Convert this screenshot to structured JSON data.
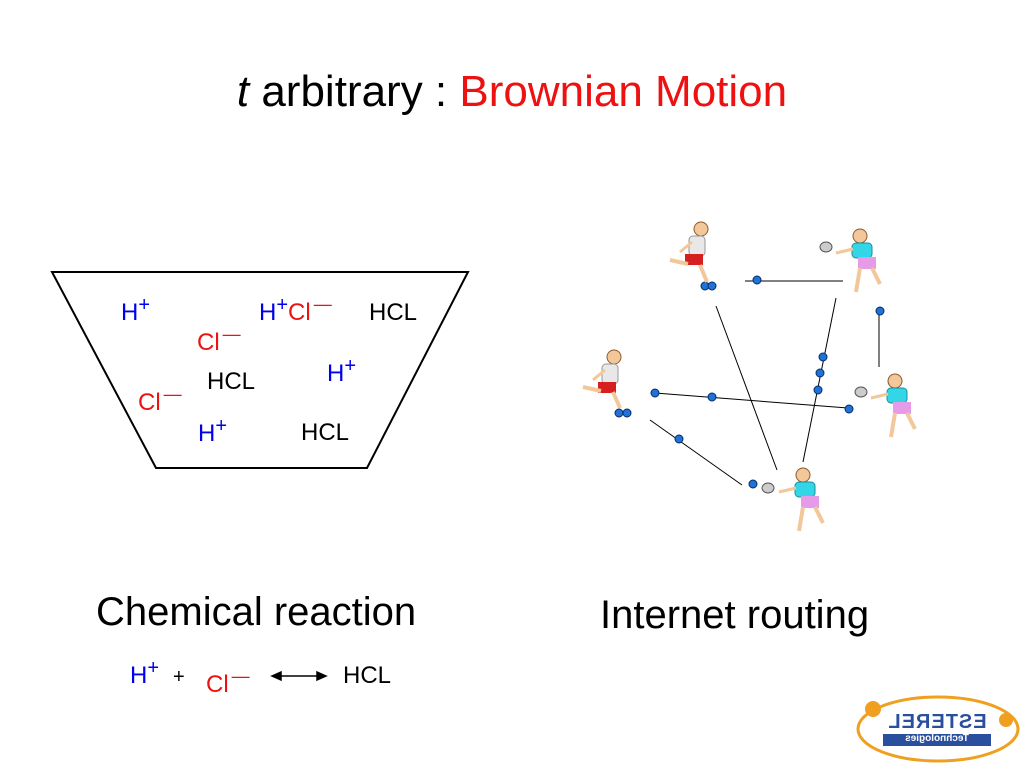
{
  "title": {
    "t": "t",
    "rest": " arbitrary : ",
    "highlight": "Brownian Motion"
  },
  "beaker": {
    "h_symbol": "H",
    "plus": "+",
    "cl_symbol": "Cl",
    "minus": "—",
    "hcl": "HCL"
  },
  "captions": {
    "chemical": "Chemical reaction",
    "internet": "Internet routing"
  },
  "equation": {
    "h": "H",
    "plus_sign": "+",
    "join": "+",
    "cl": "Cl",
    "minus": "—",
    "product": "HCL"
  },
  "logo": {
    "name": "ESTEREL",
    "sub": "Technologies"
  },
  "colors": {
    "title_accent": "#ee1111",
    "h_ion": "#0000ee",
    "cl_ion": "#ee1111",
    "node": "#1e73d6"
  }
}
